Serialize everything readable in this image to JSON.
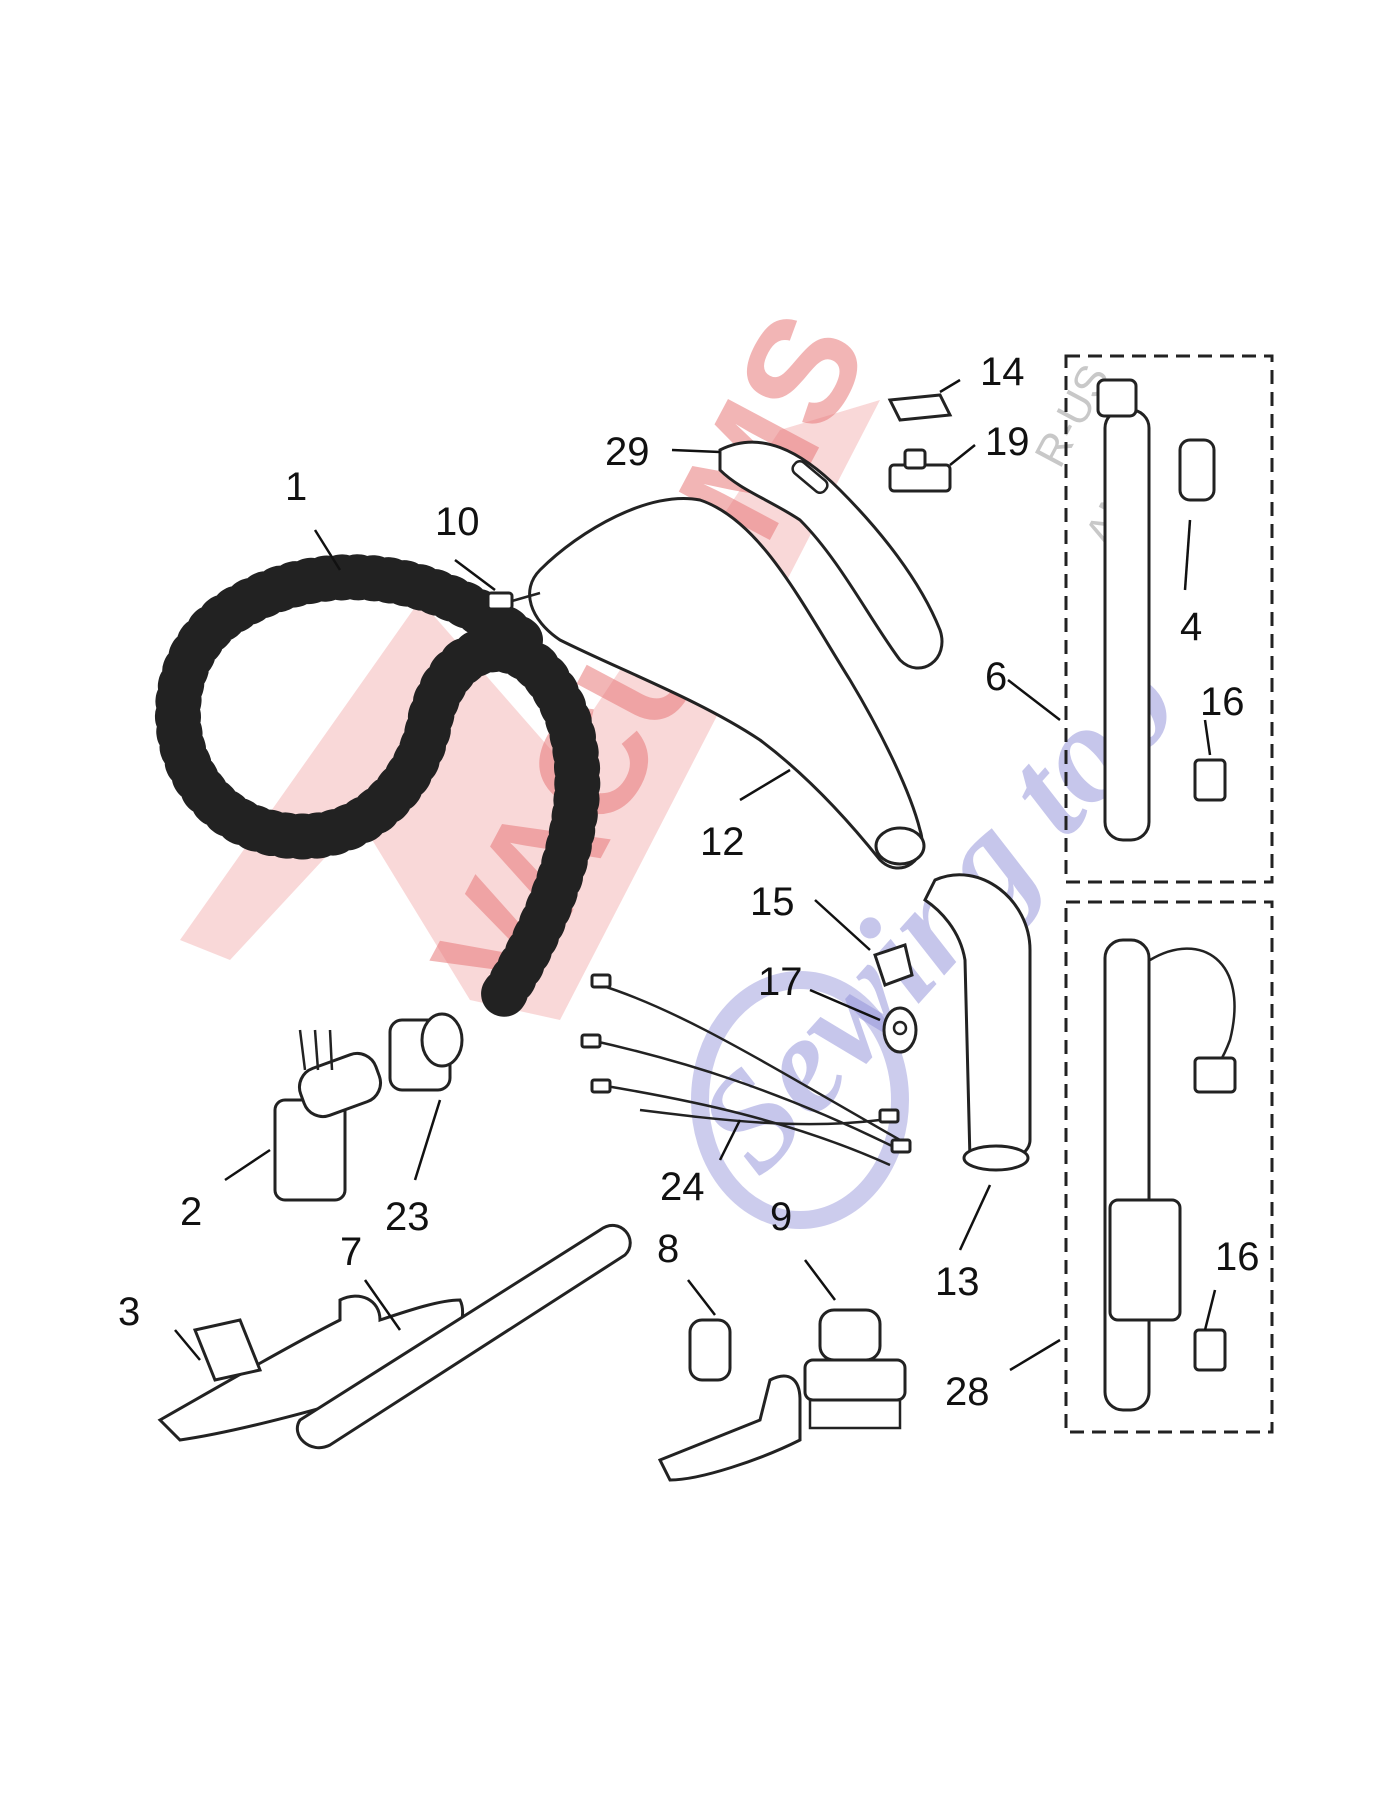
{
  "watermark": {
    "brand_main": "VACUUMS",
    "brand_small_1": "R-US",
    "brand_small_2": "AND",
    "brand_script": "Sewing too"
  },
  "part_labels": [
    "1",
    "10",
    "29",
    "14",
    "19",
    "4",
    "6",
    "16",
    "12",
    "15",
    "17",
    "13",
    "2",
    "23",
    "24",
    "3",
    "7",
    "8",
    "9",
    "28",
    "16"
  ],
  "colors": {
    "watermark_red": "#e8797a",
    "watermark_blue": "#8f8fd8",
    "line": "#222222"
  }
}
